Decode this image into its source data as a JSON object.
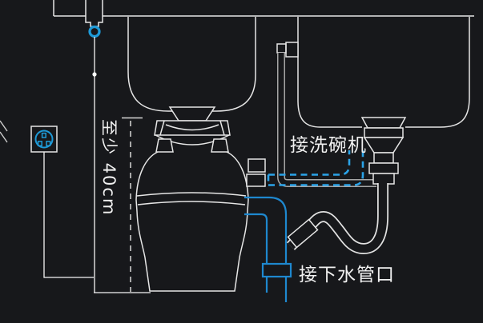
{
  "diagram": {
    "title_hint": "garbage disposal installation diagram",
    "annotation_min_height": "至少 40cm",
    "label_dishwasher_connection": "接洗碗机",
    "label_drain_connection": "接下水管口"
  },
  "colors": {
    "background": "#17181b",
    "line": "#e6e6e6",
    "pipe_blue": "#1e88cf",
    "dashed_blue": "#2ba3e8",
    "accent_blue": "#1e9ad8",
    "hose_gray": "#a6a6a6",
    "text": "#f0f0f0"
  },
  "icons": [
    {
      "name": "power-outlet-icon",
      "meaning": "wall socket with 3-pin Chinese plug face"
    },
    {
      "name": "air-switch-button-icon",
      "meaning": "countertop air switch with blue button ring"
    },
    {
      "name": "dimension-line-icon",
      "meaning": "dashed vertical measurement line with tick"
    }
  ]
}
